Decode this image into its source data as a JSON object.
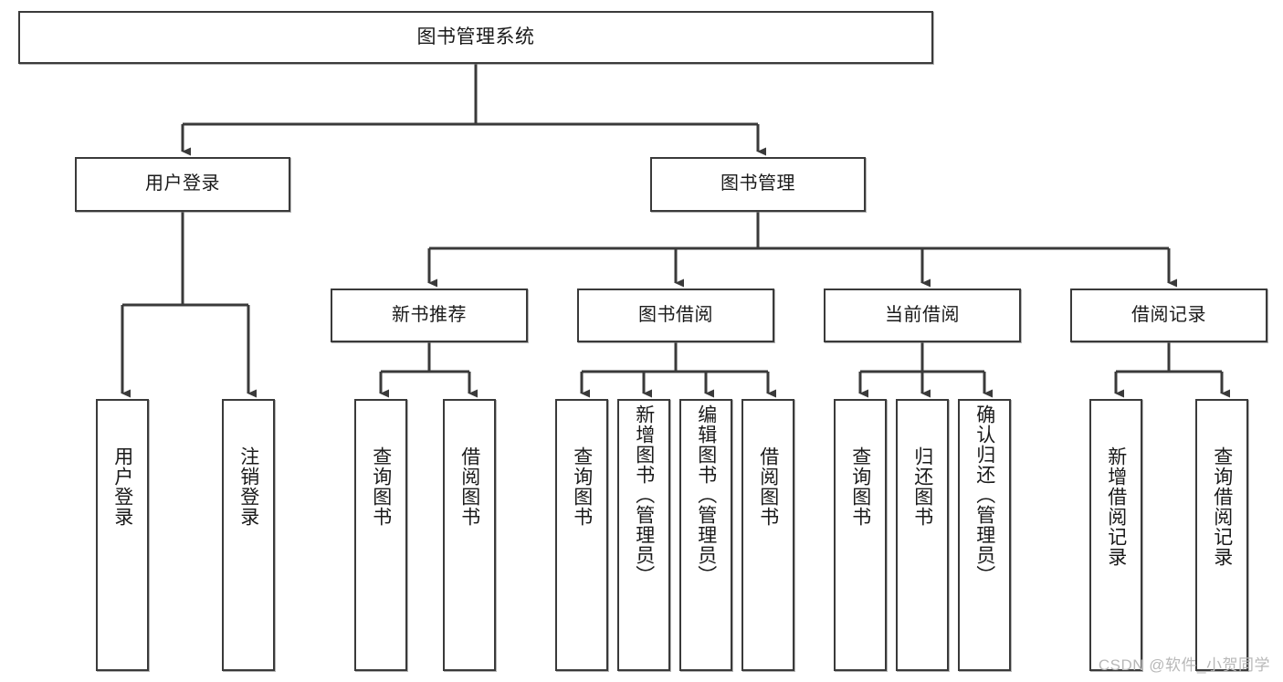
{
  "diagram": {
    "title": "图书管理系统",
    "type": "tree",
    "watermark": "CSDN @软件_小贺同学",
    "colors": {
      "background": "#ffffff",
      "node_border": "#3a3a3a",
      "node_fill": "#ffffff",
      "connector": "#3a3a3a",
      "text": "#1a1a1a",
      "watermark": "#b8b8b8"
    },
    "root": {
      "label": "图书管理系统"
    },
    "level1": [
      {
        "label": "用户登录"
      },
      {
        "label": "图书管理"
      }
    ],
    "level2": [
      {
        "label": "新书推荐"
      },
      {
        "label": "图书借阅"
      },
      {
        "label": "当前借阅"
      },
      {
        "label": "借阅记录"
      }
    ],
    "leaves": {
      "user_login": [
        {
          "label": "用户登录"
        },
        {
          "label": "注销登录"
        }
      ],
      "new_book_recommend": [
        {
          "label": "查询图书"
        },
        {
          "label": "借阅图书"
        }
      ],
      "book_borrow": [
        {
          "label": "查询图书"
        },
        {
          "label": "新增图书（管理员）"
        },
        {
          "label": "编辑图书（管理员）"
        },
        {
          "label": "借阅图书"
        }
      ],
      "current_borrow": [
        {
          "label": "查询图书"
        },
        {
          "label": "归还图书"
        },
        {
          "label": "确认归还（管理员）"
        }
      ],
      "borrow_record": [
        {
          "label": "新增借阅记录"
        },
        {
          "label": "查询借阅记录"
        }
      ]
    }
  }
}
